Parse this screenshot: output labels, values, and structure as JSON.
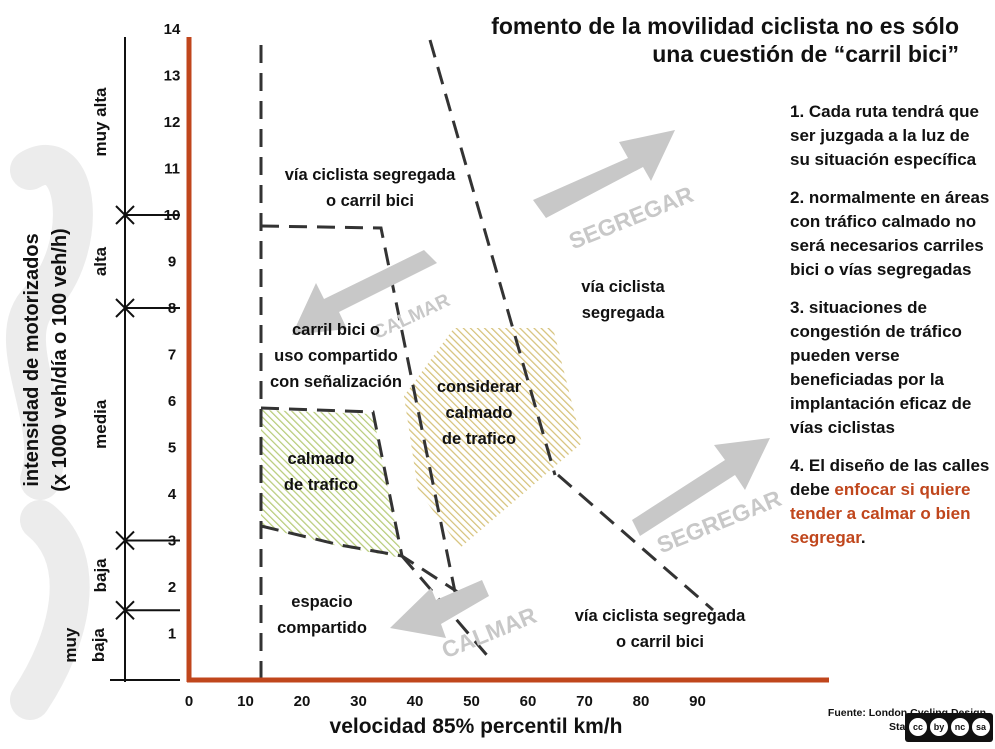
{
  "title": {
    "line1": "fomento de la movilidad ciclista no es sólo",
    "line2": "una cuestión de “carril bici”"
  },
  "colors": {
    "axis": "#c0461c",
    "accent_text": "#c0461c",
    "arrow": "#c8c8c8",
    "hatch_green": "#b8cc7a",
    "hatch_yellow": "#d6c27a",
    "dash": "#333333",
    "watermark": "#e8e8e8"
  },
  "axes": {
    "x_label": "velocidad 85% percentil km/h",
    "y_label_line1": "intensidad de motorizados",
    "y_label_line2": "(x 1000 veh/día o 100 veh/h)",
    "x_ticks": [
      "0",
      "10",
      "20",
      "30",
      "40",
      "50",
      "60",
      "70",
      "80",
      "90"
    ],
    "y_ticks": [
      "1",
      "2",
      "3",
      "4",
      "5",
      "6",
      "7",
      "8",
      "9",
      "10",
      "11",
      "12",
      "13",
      "14"
    ]
  },
  "intensity_bands": [
    {
      "label": "muy alta",
      "from": 10,
      "to": 14
    },
    {
      "label": "alta",
      "from": 8,
      "to": 10
    },
    {
      "label": "media",
      "from": 3,
      "to": 8
    },
    {
      "label": "baja",
      "from": 1.5,
      "to": 3
    },
    {
      "label": "muy baja",
      "from": 0,
      "to": 1.5
    }
  ],
  "zones": {
    "segregada_top": [
      "vía ciclista segregada",
      "o carril bici"
    ],
    "carril_compartido": [
      "carril bici o",
      "uso compartido",
      "con señalización"
    ],
    "calmado": [
      "calmado",
      "de trafico"
    ],
    "considerar": [
      "considerar",
      "calmado",
      "de trafico"
    ],
    "segregada_mid": [
      "vía ciclista",
      "segregada"
    ],
    "espacio": [
      "espacio",
      "compartido"
    ],
    "segregada_bottom": [
      "vía ciclista segregada",
      "o carril bici"
    ]
  },
  "arrows": {
    "segregar_upper": "SEGREGAR",
    "calmar_upper": "CALMAR",
    "segregar_lower": "SEGREGAR",
    "calmar_lower": "CALMAR"
  },
  "notes": {
    "n1": "1. Cada ruta tendrá que ser juzgada a la luz de su situación específica",
    "n2": "2. normalmente en áreas con tráfico calmado no será necesarios carriles bici o  vías segregadas",
    "n3": "3. situaciones de congestión de tráfico pueden verse beneficiadas por la implantación eficaz de vías ciclistas",
    "n4_a": "4. El diseño de las calles debe ",
    "n4_b": "enfocar si quiere tender a calmar o bien segregar",
    "n4_c": "."
  },
  "source": {
    "line1": "Fuente: London Cycling Design",
    "line2": "Standards (LDA 05)"
  },
  "license_badges": [
    "cc",
    "by",
    "nc",
    "sa"
  ]
}
